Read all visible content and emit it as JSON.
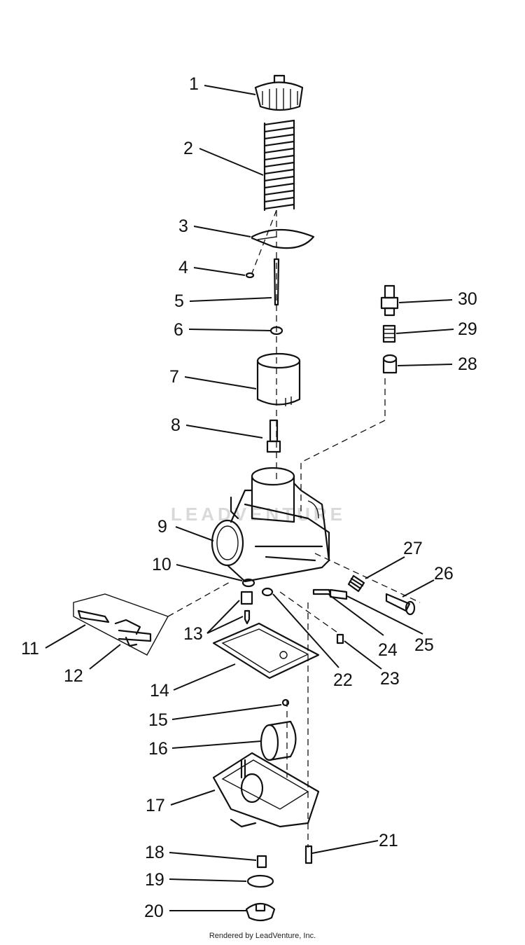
{
  "callouts": {
    "p1": "1",
    "p2": "2",
    "p3": "3",
    "p4": "4",
    "p5": "5",
    "p6": "6",
    "p7": "7",
    "p8": "8",
    "p9": "9",
    "p10": "10",
    "p11": "11",
    "p12": "12",
    "p13": "13",
    "p14": "14",
    "p15": "15",
    "p16": "16",
    "p17": "17",
    "p18": "18",
    "p19": "19",
    "p20": "20",
    "p21": "21",
    "p22": "22",
    "p23": "23",
    "p24": "24",
    "p25": "25",
    "p26": "26",
    "p27": "27",
    "p28": "28",
    "p29": "29",
    "p30": "30"
  },
  "watermark": "LEADVENTURE",
  "footer": "Rendered by LeadVenture, Inc."
}
